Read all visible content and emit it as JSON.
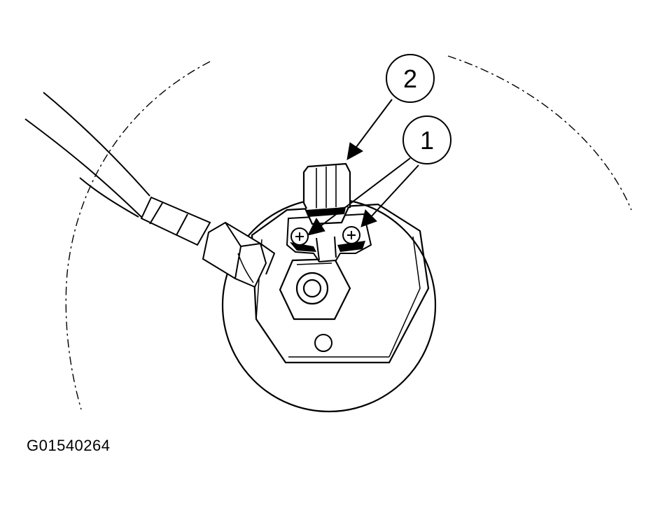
{
  "figure": {
    "id": "G01540264",
    "callouts": [
      {
        "number": "2"
      },
      {
        "number": "1"
      }
    ]
  },
  "colors": {
    "ink": "#000000",
    "paper": "#ffffff"
  }
}
